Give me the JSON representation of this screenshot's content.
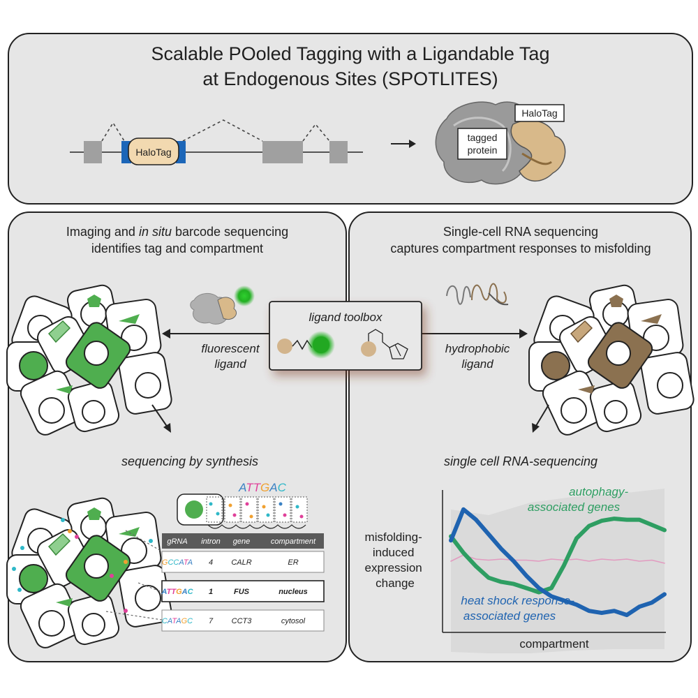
{
  "title": {
    "line1": "Scalable POoled Tagging with a Ligandable Tag",
    "line2": "at Endogenous Sites (SPOTLITES)"
  },
  "top": {
    "halotag_insert": "HaloTag",
    "protein_label_1": "tagged",
    "protein_label_2": "protein",
    "halotag_label": "HaloTag"
  },
  "left_panel": {
    "heading1_a": "Imaging and ",
    "heading1_b": "in situ",
    "heading1_c": " barcode sequencing",
    "heading2": "identifies tag and compartment",
    "arrow_label_1": "fluorescent",
    "arrow_label_2": "ligand",
    "step_label": "sequencing by synthesis",
    "barcode": [
      "A",
      "T",
      "T",
      "G",
      "A",
      "C"
    ],
    "table": {
      "headers": [
        "gRNA",
        "intron",
        "gene",
        "compartment"
      ],
      "rows": [
        {
          "grna": [
            "G",
            "C",
            "C",
            "A",
            "T",
            "A"
          ],
          "intron": "4",
          "gene": "CALR",
          "compartment": "ER"
        },
        {
          "grna": [
            "A",
            "T",
            "T",
            "G",
            "A",
            "C"
          ],
          "intron": "1",
          "gene": "FUS",
          "compartment": "nucleus"
        },
        {
          "grna": [
            "C",
            "A",
            "T",
            "A",
            "G",
            "C"
          ],
          "intron": "7",
          "gene": "CCT3",
          "compartment": "cytosol"
        }
      ]
    }
  },
  "center": {
    "toolbox_label": "ligand toolbox"
  },
  "right_panel": {
    "heading1": "Single-cell RNA sequencing",
    "heading2": "captures compartment responses to misfolding",
    "arrow_label_1": "hydrophobic",
    "arrow_label_2": "ligand",
    "step_label": "single cell RNA-sequencing"
  },
  "colors": {
    "A": "#3b82c4",
    "T": "#e0409a",
    "G": "#f0a030",
    "C": "#2fb8c8",
    "autophagy": "#2e9e62",
    "heat_shock": "#1f63b0",
    "neutral": "#e29bc0",
    "green_cell": "#4fae4f",
    "brown_cell": "#8b7150"
  },
  "chart_data": {
    "type": "line",
    "ylabel": [
      "misfolding-",
      "induced",
      "expression",
      "change"
    ],
    "xlabel": "compartment",
    "series": [
      {
        "name": [
          "autophagy-",
          "associated genes"
        ],
        "color": "#2e9e62",
        "values": [
          0.62,
          0.46,
          0.33,
          0.22,
          0.18,
          0.16,
          0.12,
          0.08,
          0.12,
          0.34,
          0.6,
          0.72,
          0.77,
          0.79,
          0.78,
          0.78,
          0.73,
          0.68
        ]
      },
      {
        "name": [
          "heat shock response-",
          "associated genes"
        ],
        "color": "#1f63b0",
        "values": [
          0.58,
          0.88,
          0.78,
          0.64,
          0.5,
          0.38,
          0.24,
          0.12,
          0.04,
          0.0,
          -0.04,
          -0.1,
          -0.12,
          -0.1,
          -0.14,
          -0.06,
          -0.02,
          0.06
        ]
      },
      {
        "name": "",
        "color": "#e29bc0",
        "values": [
          0.38,
          0.44,
          0.4,
          0.39,
          0.4,
          0.39,
          0.39,
          0.38,
          0.4,
          0.39,
          0.4,
          0.38,
          0.4,
          0.39,
          0.4,
          0.38,
          0.39,
          0.36
        ]
      }
    ]
  }
}
